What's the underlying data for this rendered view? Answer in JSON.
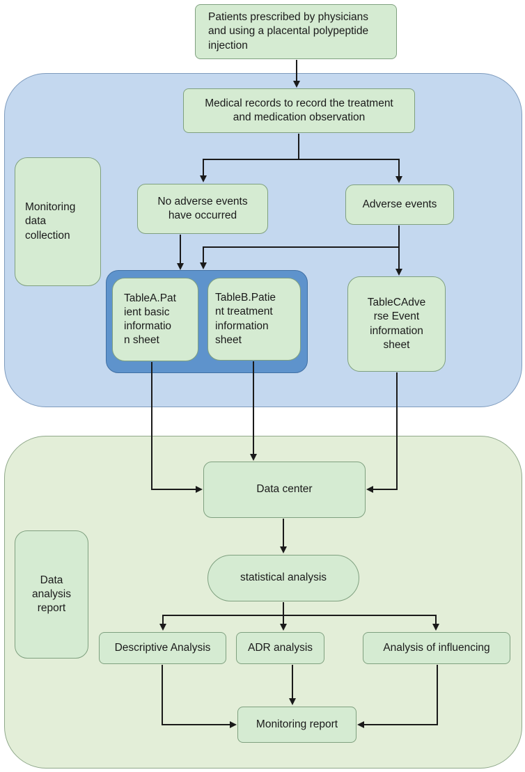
{
  "regions": {
    "monitoring_label": "Monitoring\ndata\ncollection",
    "analysis_label": "Data\nanalysis\nreport"
  },
  "nodes": {
    "patients": "Patients prescribed by physicians\nand using a placental polypeptide\ninjection",
    "medical_records": "Medical records to record the treatment\nand medication observation",
    "no_adverse": "No  adverse  events\nhave occurred",
    "adverse": "Adverse events",
    "table_a": "TableA.Pat\nient basic\ninformatio\nn sheet",
    "table_b": "TableB.Patie\nnt treatment\ninformation\nsheet",
    "table_c": "TableCAdve\nrse Event\ninformation\nsheet",
    "data_center": "Data center",
    "statistical": "statistical analysis",
    "descriptive": "Descriptive Analysis",
    "adr": "ADR analysis",
    "influencing": "Analysis  of  influencing",
    "report": "Monitoring report"
  },
  "colors": {
    "monitoring_region": "#c4d8ef",
    "analysis_region": "#e3eed8",
    "node_fill": "#d5ebd2",
    "table_group": "#5e93cc"
  }
}
